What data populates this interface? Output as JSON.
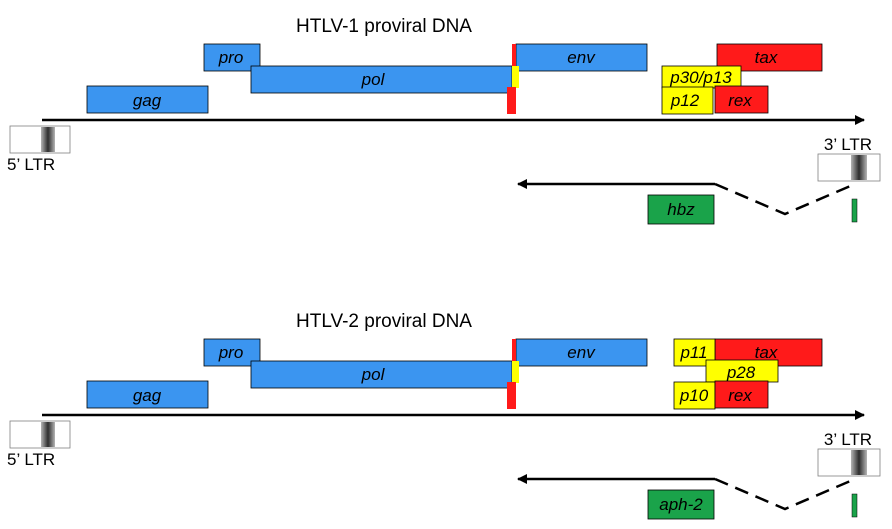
{
  "colors": {
    "blue": "#3b95f0",
    "red": "#ff1a1a",
    "yellow": "#ffff00",
    "green": "#1aa34a",
    "ltr_fill": "#ffffff",
    "ltr_stroke": "#7f7f7f",
    "line": "#000000"
  },
  "panels": [
    {
      "title": "HTLV-1 proviral DNA",
      "genes": {
        "gag": "gag",
        "pro": "pro",
        "pol": "pol",
        "env": "env",
        "tax": "tax",
        "accessory_top": "p30/p13",
        "accessory_bottom": "p12",
        "rex": "rex",
        "antisense": "hbz"
      },
      "ltr5": "5’ LTR",
      "ltr3": "3’ LTR"
    },
    {
      "title": "HTLV-2 proviral DNA",
      "genes": {
        "gag": "gag",
        "pro": "pro",
        "pol": "pol",
        "env": "env",
        "tax": "tax",
        "accessory_top": "p11",
        "accessory_mid": "p28",
        "accessory_bottom": "p10",
        "rex": "rex",
        "antisense": "aph-2"
      },
      "ltr5": "5’ LTR",
      "ltr3": "3’ LTR"
    }
  ]
}
